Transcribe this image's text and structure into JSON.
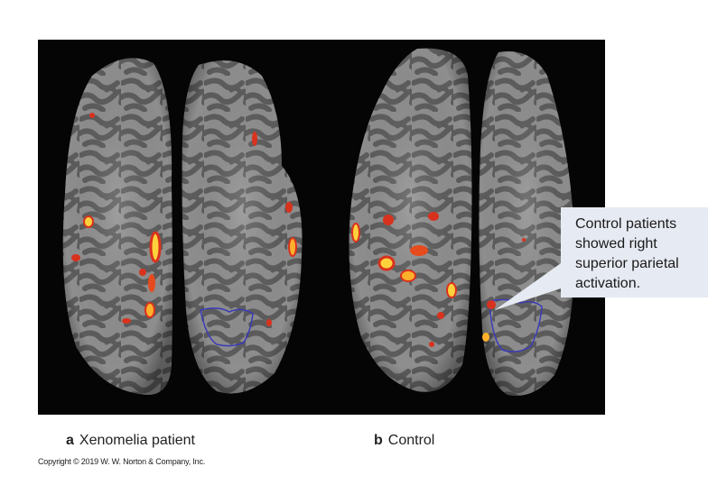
{
  "image": {
    "description_icon": "brain-scan-image"
  },
  "captions": {
    "a_letter": "a",
    "a_text": "Xenomelia patient",
    "b_letter": "b",
    "b_text": "Control"
  },
  "callout": {
    "lines": [
      "Control patients",
      "showed right",
      "superior parietal",
      "activation."
    ]
  },
  "copyright": "Copyright © 2019 W. W. Norton & Company, Inc.",
  "colors": {
    "background": "#050505",
    "cortex": "#8a8a8a",
    "sulci": "#5e5e5e",
    "activation_hot": "#ffd23c",
    "activation_red": "#d8321e",
    "outline_blue": "#3b3bb8",
    "callout_bg": "#e6eaf2"
  }
}
